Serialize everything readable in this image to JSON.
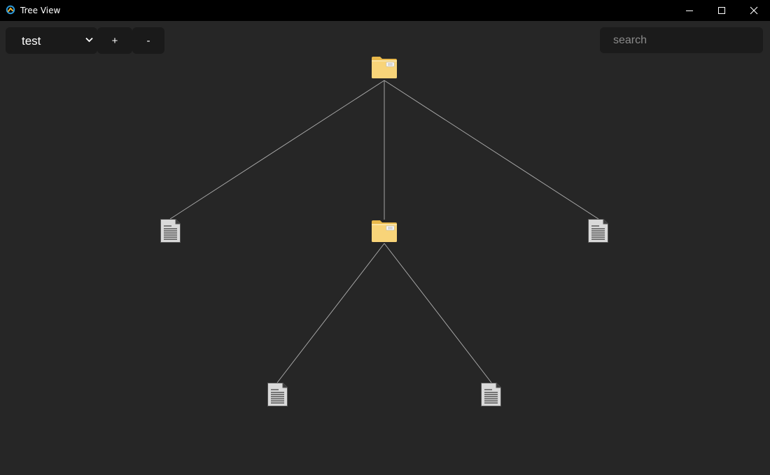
{
  "window": {
    "title": "Tree View",
    "app_icon": "app-logo-icon",
    "controls": [
      "minimize-icon",
      "maximize-icon",
      "close-icon"
    ]
  },
  "toolbar": {
    "tree_select": {
      "value": "test"
    },
    "zoom_in_label": "+",
    "zoom_out_label": "-"
  },
  "search": {
    "placeholder": "search",
    "value": ""
  },
  "tree": {
    "root": {
      "type": "folder",
      "children": [
        {
          "type": "file"
        },
        {
          "type": "folder",
          "children": [
            {
              "type": "file"
            },
            {
              "type": "file"
            }
          ]
        },
        {
          "type": "file"
        }
      ]
    }
  },
  "colors": {
    "background": "#262626",
    "titlebar": "#000000",
    "control_bg": "#1a1a1a",
    "edge": "#b0b0b0",
    "folder": "#f8d479",
    "file": "#d9d9d9"
  }
}
